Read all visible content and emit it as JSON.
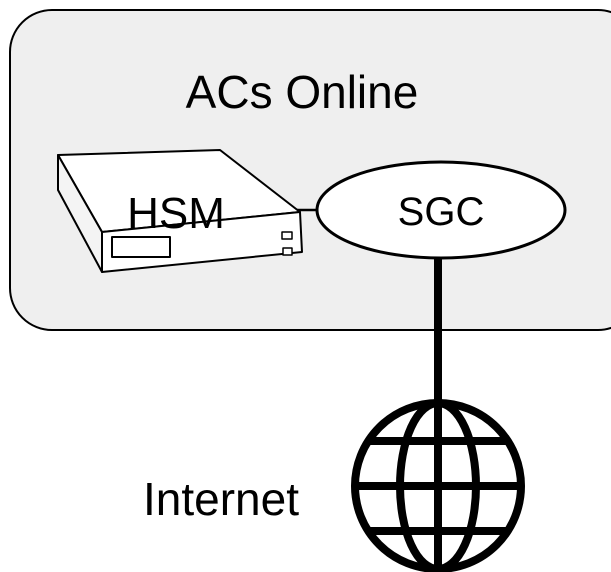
{
  "group": {
    "title": "ACs Online"
  },
  "nodes": {
    "hsm": {
      "label": "HSM",
      "icon": "server-appliance-icon"
    },
    "sgc": {
      "label": "SGC"
    },
    "internet": {
      "label": "Internet",
      "icon": "globe-icon"
    }
  },
  "colors": {
    "group_fill": "#efefef",
    "stroke": "#000000",
    "node_fill": "#ffffff"
  }
}
